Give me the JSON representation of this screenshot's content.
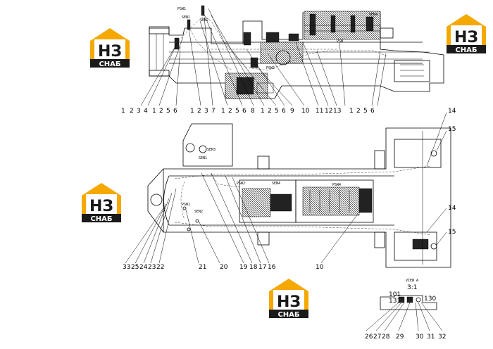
{
  "logos": {
    "mark": "НЗ",
    "subtitle": "СНАБ",
    "color_orange": "#f5a800",
    "color_dark": "#1a1a1a"
  },
  "top_view": {
    "callouts": [
      "1",
      "2",
      "3",
      "4",
      "1",
      "2",
      "5",
      "6",
      "1",
      "2",
      "3",
      "7",
      "1",
      "2",
      "5",
      "6",
      "8",
      "1",
      "2",
      "5",
      "6",
      "9",
      "10",
      "11",
      "12",
      "13",
      "1",
      "2",
      "5",
      "6"
    ],
    "tags": [
      "PSW1",
      "SEN1",
      "SEN2",
      "PSW2",
      "PSW",
      "SEN4"
    ]
  },
  "bottom_view": {
    "callouts_right": [
      "14",
      "15",
      "14",
      "15"
    ],
    "callouts_bottom": [
      "33",
      "25",
      "24",
      "23",
      "22",
      "21",
      "20",
      "19",
      "18",
      "17",
      "16",
      "10"
    ],
    "tags": [
      "SEN3",
      "SEN1",
      "PSW1",
      "SEN2",
      "PSW2",
      "SEN4",
      "PSW4"
    ]
  },
  "view_a": {
    "title": "VIEW A",
    "scale": "3:1",
    "labels_left": [
      "101",
      "131"
    ],
    "label_right": "130",
    "callouts": [
      "26",
      "27",
      "28",
      "29",
      "30",
      "31",
      "32"
    ]
  }
}
